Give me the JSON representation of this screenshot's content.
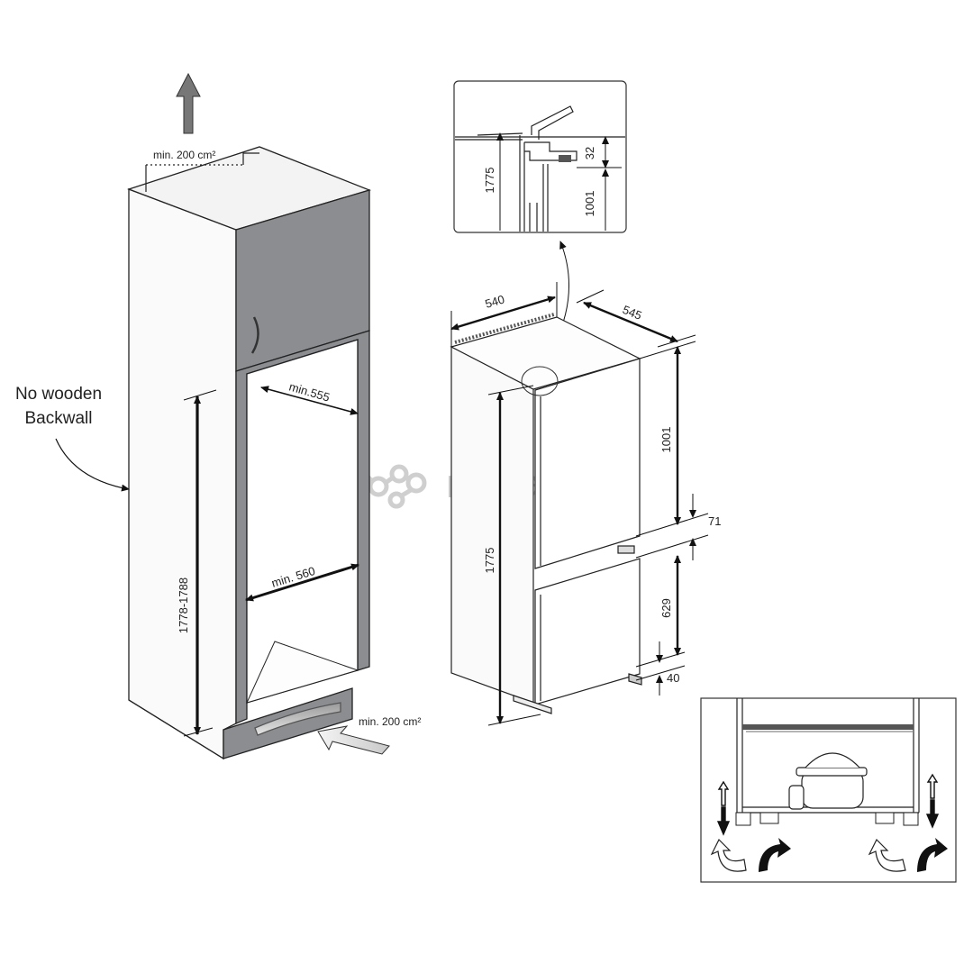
{
  "left_unit": {
    "vent_top_label": "min. 200 cm²",
    "vent_bottom_label": "min. 200 cm²",
    "depth_label": "min.555",
    "width_label": "min. 560",
    "height_label": "1778-1788",
    "backwall_note_line1": "No wooden",
    "backwall_note_line2": "Backwall"
  },
  "detail_inset": {
    "height_label": "1775",
    "gap_label": "32",
    "door_label": "1001"
  },
  "appliance": {
    "width_label": "540",
    "depth_label": "545",
    "total_height_label": "1775",
    "upper_door_label": "1001",
    "gap_label": "71",
    "lower_door_label": "629",
    "bottom_gap_label": "40"
  },
  "watermark": {
    "text": "novastar"
  },
  "colors": {
    "cabinet_grey": "#8b8d90",
    "cabinet_dark": "#6f7174",
    "line": "#222222",
    "watermark": "#c9c9c9"
  }
}
